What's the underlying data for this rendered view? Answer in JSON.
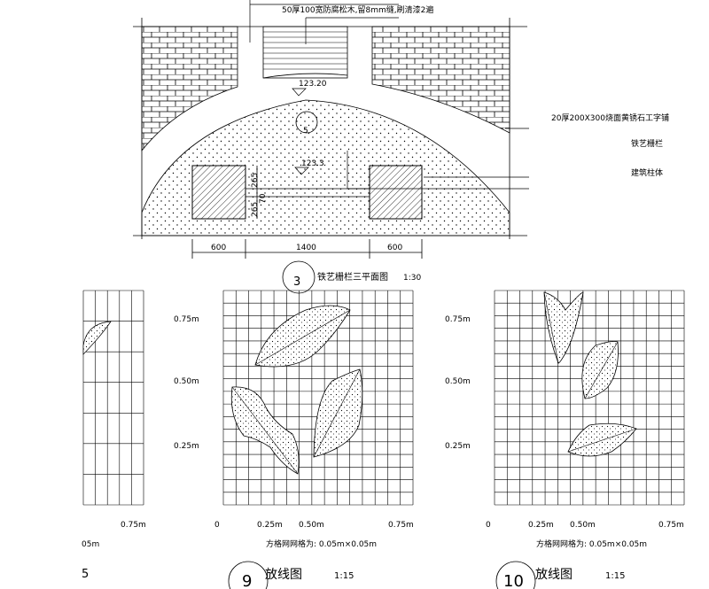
{
  "plan": {
    "leader_wood": "50厚100宽防腐松木,留8mm缝,刷清漆2遍",
    "leader_paving": "20厚200X300烧面黄锈石工字铺",
    "leader_railing": "铁艺栅栏",
    "leader_column": "建筑柱体",
    "elev_top": "123.20",
    "elev_mid": "123.3",
    "detail_ref": "5",
    "dim_vertical": [
      "265",
      "70",
      "265"
    ],
    "dims": [
      "600",
      "1400",
      "600"
    ],
    "title_number": "3",
    "title": "铁艺栅栏三平面图",
    "scale": "1:30"
  },
  "layouts": {
    "grid_step_m": 0.05,
    "y_labels": [
      "0.75m",
      "0.50m",
      "0.25m"
    ],
    "x_labels": [
      "0",
      "0.25m",
      "0.50m",
      "0.75m"
    ],
    "grid_note": "方格网网格为: 0.05m×0.05m",
    "partial_x_label": "0.75m",
    "partial_note": "05m",
    "partial_title": "5",
    "drawing_9": {
      "number": "9",
      "title": "放线图",
      "scale": "1:15"
    },
    "drawing_10": {
      "number": "10",
      "title": "放线图",
      "scale": "1:15"
    }
  }
}
